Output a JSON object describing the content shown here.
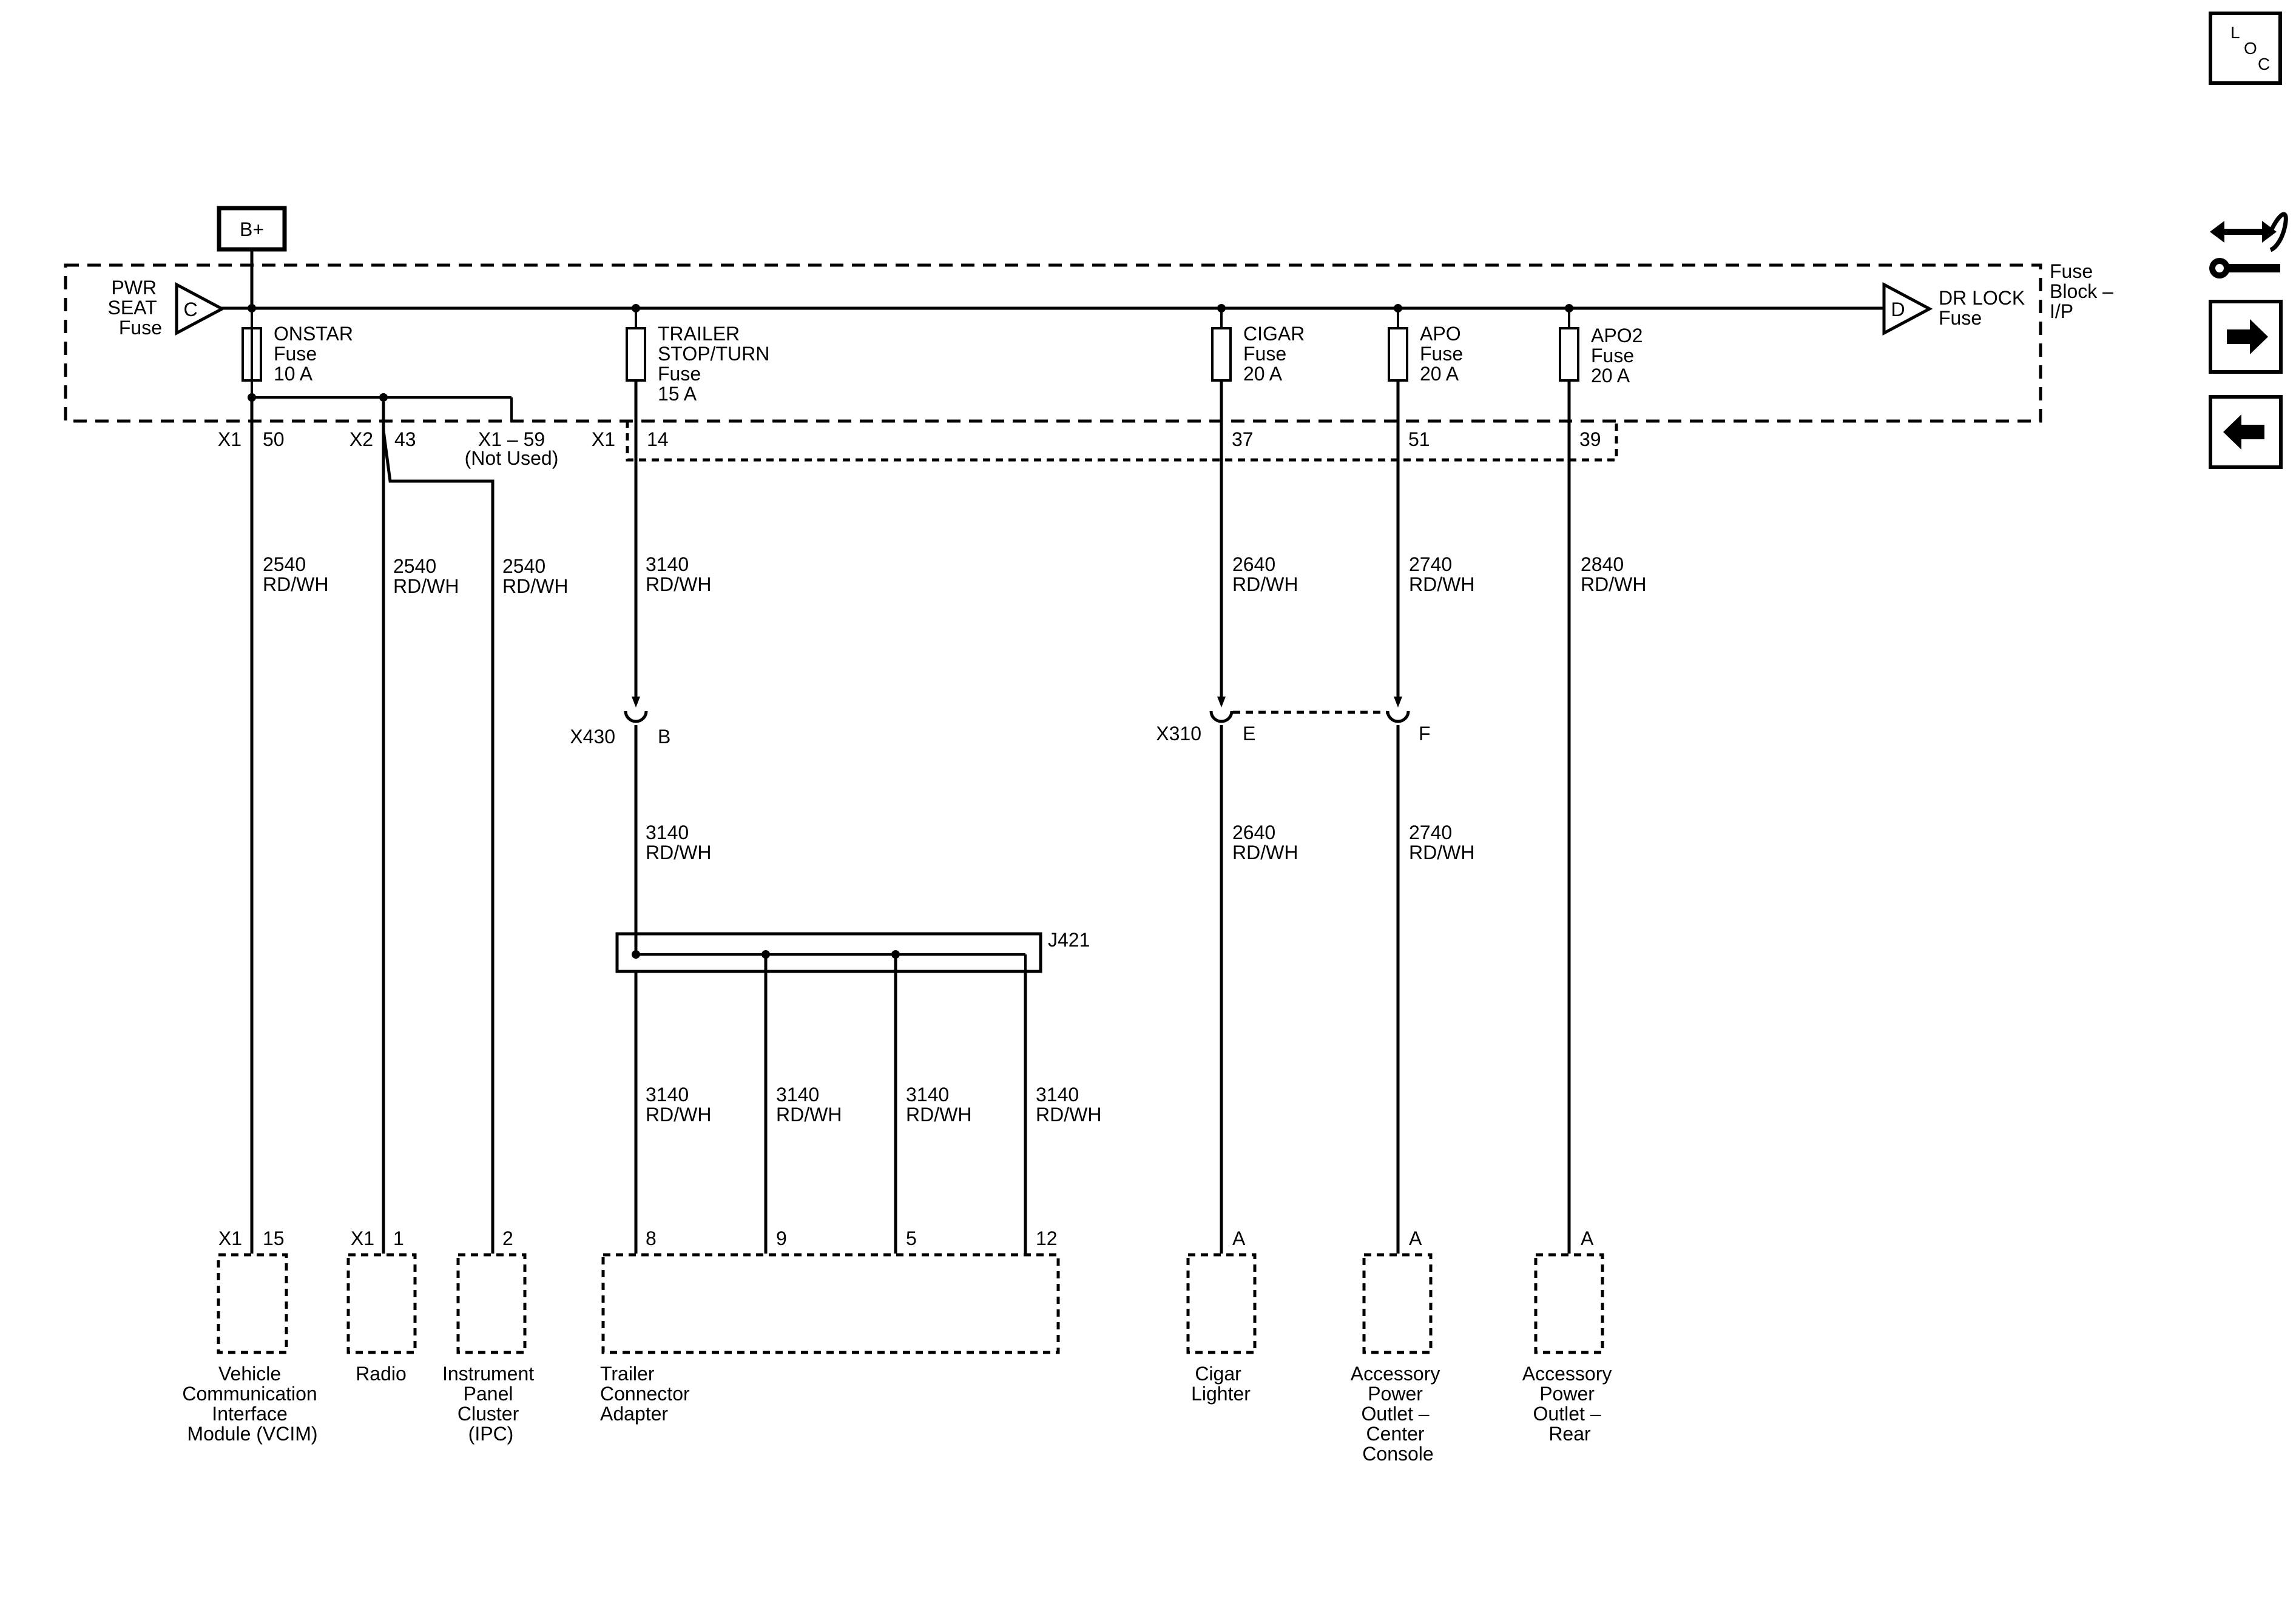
{
  "power_source": "B+",
  "fuse_block": {
    "title": [
      "Fuse",
      "Block –",
      "I/P"
    ]
  },
  "pass_through": {
    "left": {
      "letter": "C",
      "label": [
        "PWR",
        "SEAT",
        "Fuse"
      ]
    },
    "right": {
      "letter": "D",
      "label": [
        "DR LOCK",
        "Fuse"
      ]
    }
  },
  "fuses": [
    {
      "label": [
        "ONSTAR",
        "Fuse",
        "10 A"
      ]
    },
    {
      "label": [
        "TRAILER",
        "STOP/TURN",
        "Fuse",
        "15 A"
      ]
    },
    {
      "label": [
        "CIGAR",
        "Fuse",
        "20 A"
      ]
    },
    {
      "label": [
        "APO",
        "Fuse",
        "20 A"
      ]
    },
    {
      "label": [
        "APO2",
        "Fuse",
        "20 A"
      ]
    }
  ],
  "fuse_block_pins": [
    {
      "connector": "X1",
      "pin": "50"
    },
    {
      "connector": "X2",
      "pin": "43"
    },
    {
      "connector": "",
      "pin": "X1 – 59",
      "note": "(Not Used)"
    },
    {
      "connector": "X1",
      "pin": "14"
    },
    {
      "connector": "",
      "pin": "37"
    },
    {
      "connector": "",
      "pin": "51"
    },
    {
      "connector": "",
      "pin": "39"
    }
  ],
  "wire_labels": [
    [
      "2540",
      "RD/WH"
    ],
    [
      "2540",
      "RD/WH"
    ],
    [
      "2540",
      "RD/WH"
    ],
    [
      "3140",
      "RD/WH"
    ],
    [
      "2640",
      "RD/WH"
    ],
    [
      "2740",
      "RD/WH"
    ],
    [
      "2840",
      "RD/WH"
    ],
    [
      "3140",
      "RD/WH"
    ],
    [
      "2640",
      "RD/WH"
    ],
    [
      "2740",
      "RD/WH"
    ],
    [
      "3140",
      "RD/WH"
    ],
    [
      "3140",
      "RD/WH"
    ],
    [
      "3140",
      "RD/WH"
    ],
    [
      "3140",
      "RD/WH"
    ]
  ],
  "inline_connectors": [
    {
      "name": "X430",
      "pin": "B"
    },
    {
      "name": "X310",
      "pins": [
        "E",
        "F"
      ]
    }
  ],
  "splice": "J421",
  "component_pins": [
    {
      "connector": "X1",
      "pin": "15"
    },
    {
      "connector": "X1",
      "pin": "1"
    },
    {
      "connector": "",
      "pin": "2"
    },
    {
      "connector": "",
      "pin": "8"
    },
    {
      "connector": "",
      "pin": "9"
    },
    {
      "connector": "",
      "pin": "5"
    },
    {
      "connector": "",
      "pin": "12"
    },
    {
      "connector": "",
      "pin": "A"
    },
    {
      "connector": "",
      "pin": "A"
    },
    {
      "connector": "",
      "pin": "A"
    }
  ],
  "components": [
    {
      "name": [
        "Vehicle",
        "Communication",
        "Interface",
        "Module (VCIM)"
      ]
    },
    {
      "name": [
        "Radio"
      ]
    },
    {
      "name": [
        "Instrument",
        "Panel",
        "Cluster",
        "(IPC)"
      ]
    },
    {
      "name": [
        "Trailer",
        "Connector",
        "Adapter"
      ]
    },
    {
      "name": [
        "Cigar",
        "Lighter"
      ]
    },
    {
      "name": [
        "Accessory",
        "Power",
        "Outlet –",
        "Center",
        "Console"
      ]
    },
    {
      "name": [
        "Accessory",
        "Power",
        "Outlet –",
        "Rear"
      ]
    }
  ],
  "nav": {
    "loc_letters": [
      "L",
      "O",
      "C"
    ],
    "items": [
      "loc",
      "component-info",
      "next",
      "previous"
    ]
  }
}
